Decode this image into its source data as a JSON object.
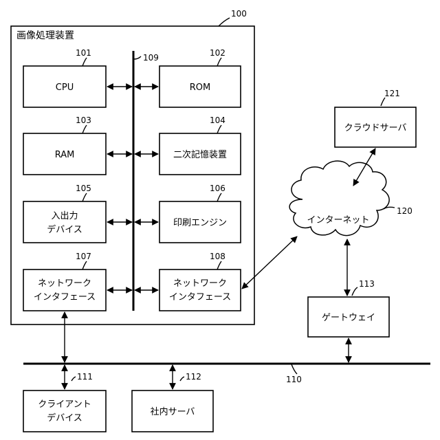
{
  "device": {
    "number": "100",
    "title": "画像処理装置"
  },
  "internal_bus": {
    "number": "109"
  },
  "components": [
    {
      "id": "cpu",
      "number": "101",
      "lines": [
        "CPU"
      ]
    },
    {
      "id": "rom",
      "number": "102",
      "lines": [
        "ROM"
      ]
    },
    {
      "id": "ram",
      "number": "103",
      "lines": [
        "RAM"
      ]
    },
    {
      "id": "secondary-storage",
      "number": "104",
      "lines": [
        "二次記憶装置"
      ]
    },
    {
      "id": "io-device",
      "number": "105",
      "lines": [
        "入出力",
        "デバイス"
      ]
    },
    {
      "id": "print-engine",
      "number": "106",
      "lines": [
        "印刷エンジン"
      ]
    },
    {
      "id": "network-interface-a",
      "number": "107",
      "lines": [
        "ネットワーク",
        "インタフェース"
      ]
    },
    {
      "id": "network-interface-b",
      "number": "108",
      "lines": [
        "ネットワーク",
        "インタフェース"
      ]
    }
  ],
  "network": {
    "lan": {
      "number": "110"
    },
    "client_device": {
      "number": "111",
      "lines": [
        "クライアント",
        "デバイス"
      ]
    },
    "internal_server": {
      "number": "112",
      "lines": [
        "社内サーバ"
      ]
    },
    "gateway": {
      "number": "113",
      "lines": [
        "ゲートウェイ"
      ]
    },
    "internet": {
      "number": "120",
      "label": "インターネット"
    },
    "cloud_server": {
      "number": "121",
      "lines": [
        "クラウドサーバ"
      ]
    }
  }
}
